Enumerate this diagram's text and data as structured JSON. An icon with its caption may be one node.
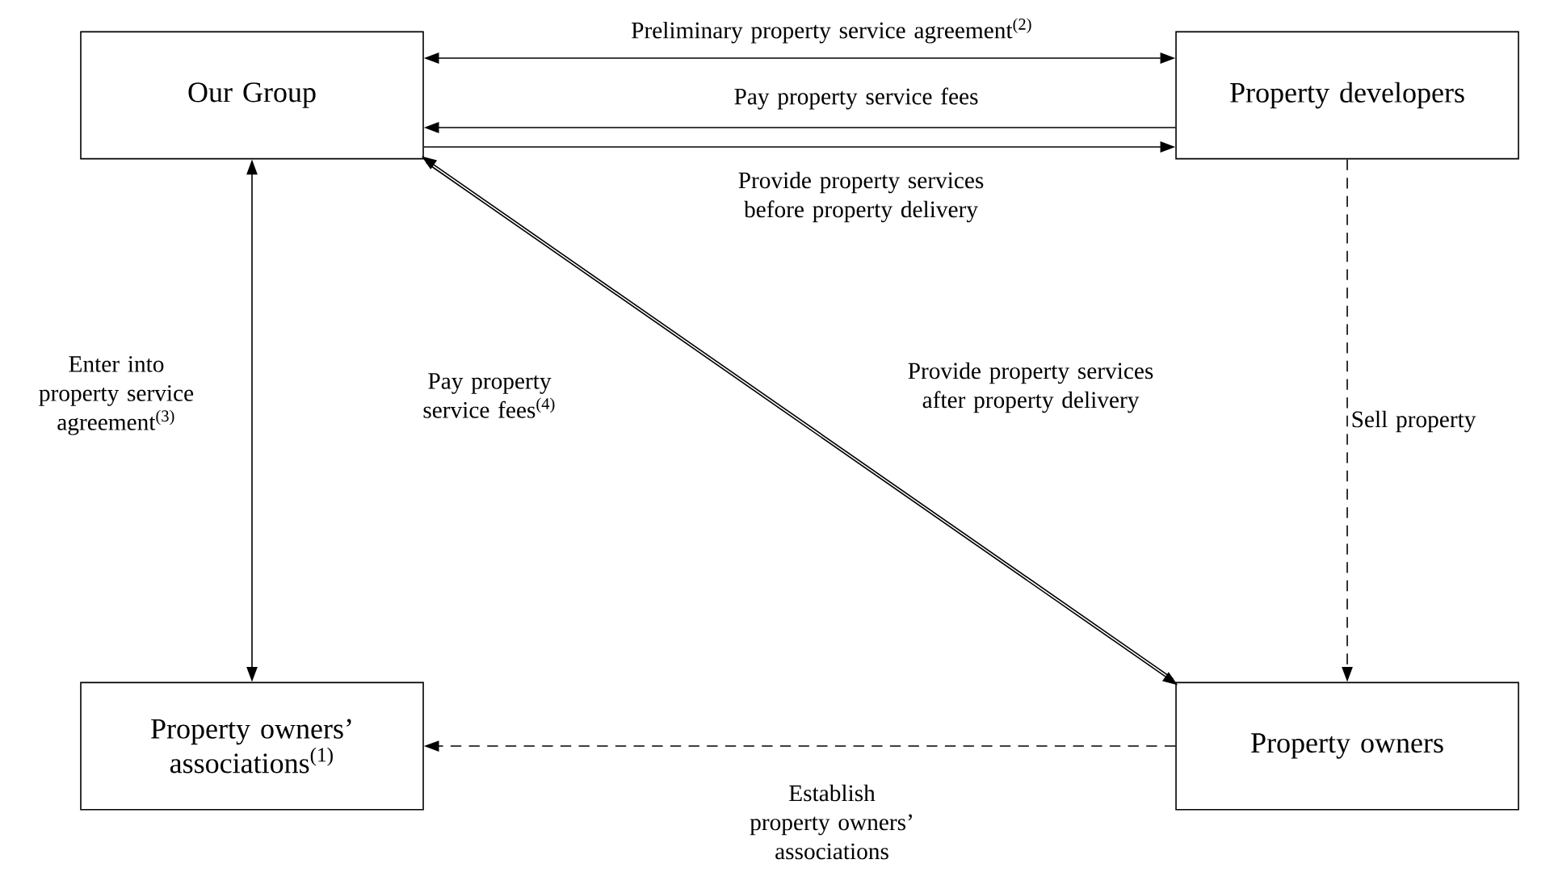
{
  "diagram": {
    "nodes": [
      {
        "text": [
          "Our Group"
        ]
      },
      {
        "text": [
          "Property developers"
        ]
      },
      {
        "text": [
          "Property owners’ associations$^{(1)}$"
        ]
      },
      {
        "text": [
          "Property owners"
        ]
      }
    ],
    "edges": [
      {
        "from": 0,
        "to": 1,
        "arrow": "both",
        "label": "Preliminary property service agreement$^{(2)}$"
      },
      {
        "from": 1,
        "to": 0,
        "arrow": "to",
        "label": "Pay property service fees"
      },
      {
        "from": 0,
        "to": 1,
        "arrow": "to",
        "label": "Provide property services before property delivery"
      },
      {
        "from": 0,
        "to": 2,
        "arrow": "both",
        "label": "Enter into property service agreement$^{(3)}$"
      },
      {
        "from": 3,
        "to": 0,
        "arrow": "to",
        "label": "Pay property service fees$^{(4)}$"
      },
      {
        "from": 0,
        "to": 3,
        "arrow": "to",
        "label": "Provide property services after property delivery"
      },
      {
        "from": 1,
        "to": 3,
        "arrow": "to",
        "style": "dashed",
        "label": "Sell property"
      },
      {
        "from": 3,
        "to": 2,
        "arrow": "to",
        "style": "dashed",
        "label": "Establish property owners’ associations"
      }
    ]
  }
}
